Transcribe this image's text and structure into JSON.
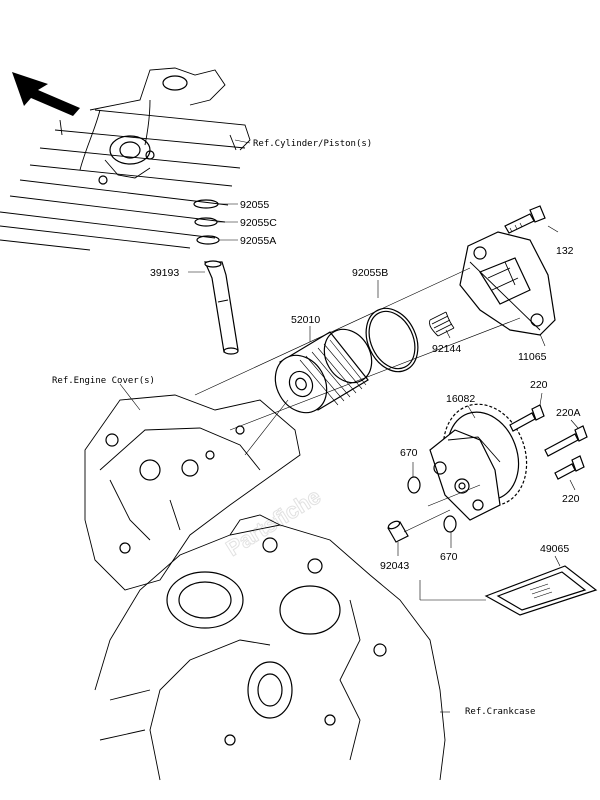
{
  "watermark": "Partsfiche",
  "refs": {
    "cylinder": "Ref.Cylinder/Piston(s)",
    "engine_cover": "Ref.Engine Cover(s)",
    "crankcase": "Ref.Crankcase"
  },
  "parts": {
    "p92055": "92055",
    "p92055C": "92055C",
    "p92055A": "92055A",
    "p39193": "39193",
    "p92055B": "92055B",
    "p52010": "52010",
    "p132": "132",
    "p92144": "92144",
    "p11065": "11065",
    "p16082": "16082",
    "p220_top": "220",
    "p220A": "220A",
    "p220_bottom": "220",
    "p670_left": "670",
    "p670_bottom": "670",
    "p92043": "92043",
    "p49065": "49065"
  },
  "icons": {
    "front_direction": "front-direction-arrow-icon"
  }
}
